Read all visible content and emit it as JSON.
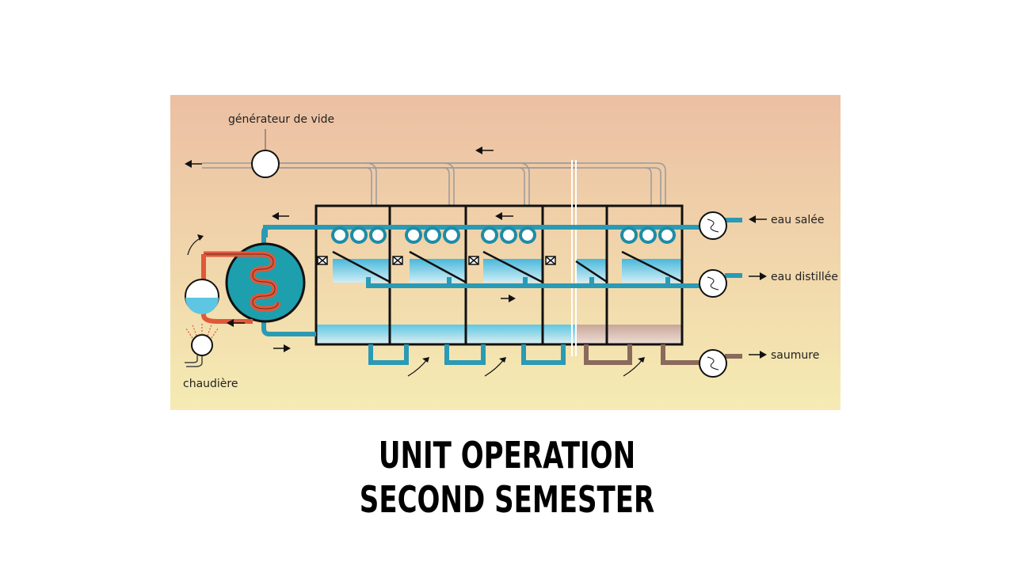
{
  "diagram": {
    "labels": {
      "vacuum": "générateur de vide",
      "salt_water": "eau salée",
      "distilled_water": "eau distillée",
      "brine": "saumure",
      "boiler": "chaudière"
    },
    "colors": {
      "background_top": "#ecbfa3",
      "background_bottom": "#f5ebb3",
      "water_pipe": "#2a9ab5",
      "brine_pipe": "#8a6a5c",
      "heating_coil": "#e0583a",
      "water_fill": "#5ec6e2"
    }
  },
  "title": {
    "line1": "UNIT OPERATION",
    "line2": "SECOND SEMESTER"
  }
}
